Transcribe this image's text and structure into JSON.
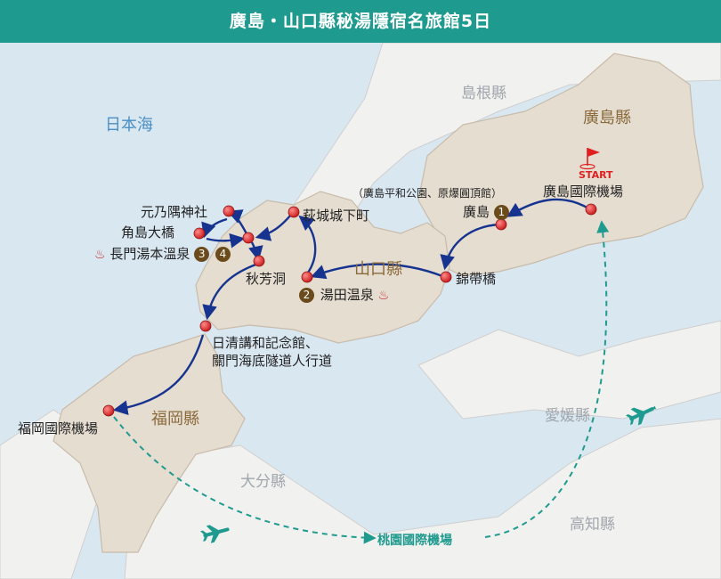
{
  "header": {
    "title": "廣島・山口縣秘湯隱宿名旅館5日"
  },
  "regions": {
    "shimane": "島根縣",
    "hiroshima": "廣島縣",
    "yamaguchi": "山口縣",
    "fukuoka": "福岡縣",
    "oita": "大分縣",
    "ehime": "愛媛縣",
    "kochi": "高知縣",
    "sea": "日本海"
  },
  "places": {
    "hiroshima_airport": "廣島國際機場",
    "start": "START",
    "peace_note": "（廣島平和公園、原爆圓頂館）",
    "hiroshima": "廣島",
    "hiroshima_num": "1",
    "kintaikyo": "錦帶橋",
    "yuda": "湯田温泉",
    "yuda_num": "2",
    "hagi": "萩城城下町",
    "akiyoshido": "秋芳洞",
    "motonosumi": "元乃隅神社",
    "tsunoshima": "角島大橋",
    "nagato": "長門湯本溫泉",
    "nagato_num3": "3",
    "nagato_num4": "4",
    "shimonoseki_1": "日清講和記念館、",
    "shimonoseki_2": "關門海底隧道人行道",
    "fukuoka_airport": "福岡國際機場",
    "taoyuan": "桃園國際機場"
  },
  "icons": {
    "onsen": "♨",
    "plane": "plane-icon",
    "flag": "flag-icon"
  },
  "colors": {
    "route": "#16338f",
    "flight": "#1f9a8f",
    "pin": "#e02a2a",
    "land": "#e9e0d4",
    "sea": "#d9e7f1"
  }
}
